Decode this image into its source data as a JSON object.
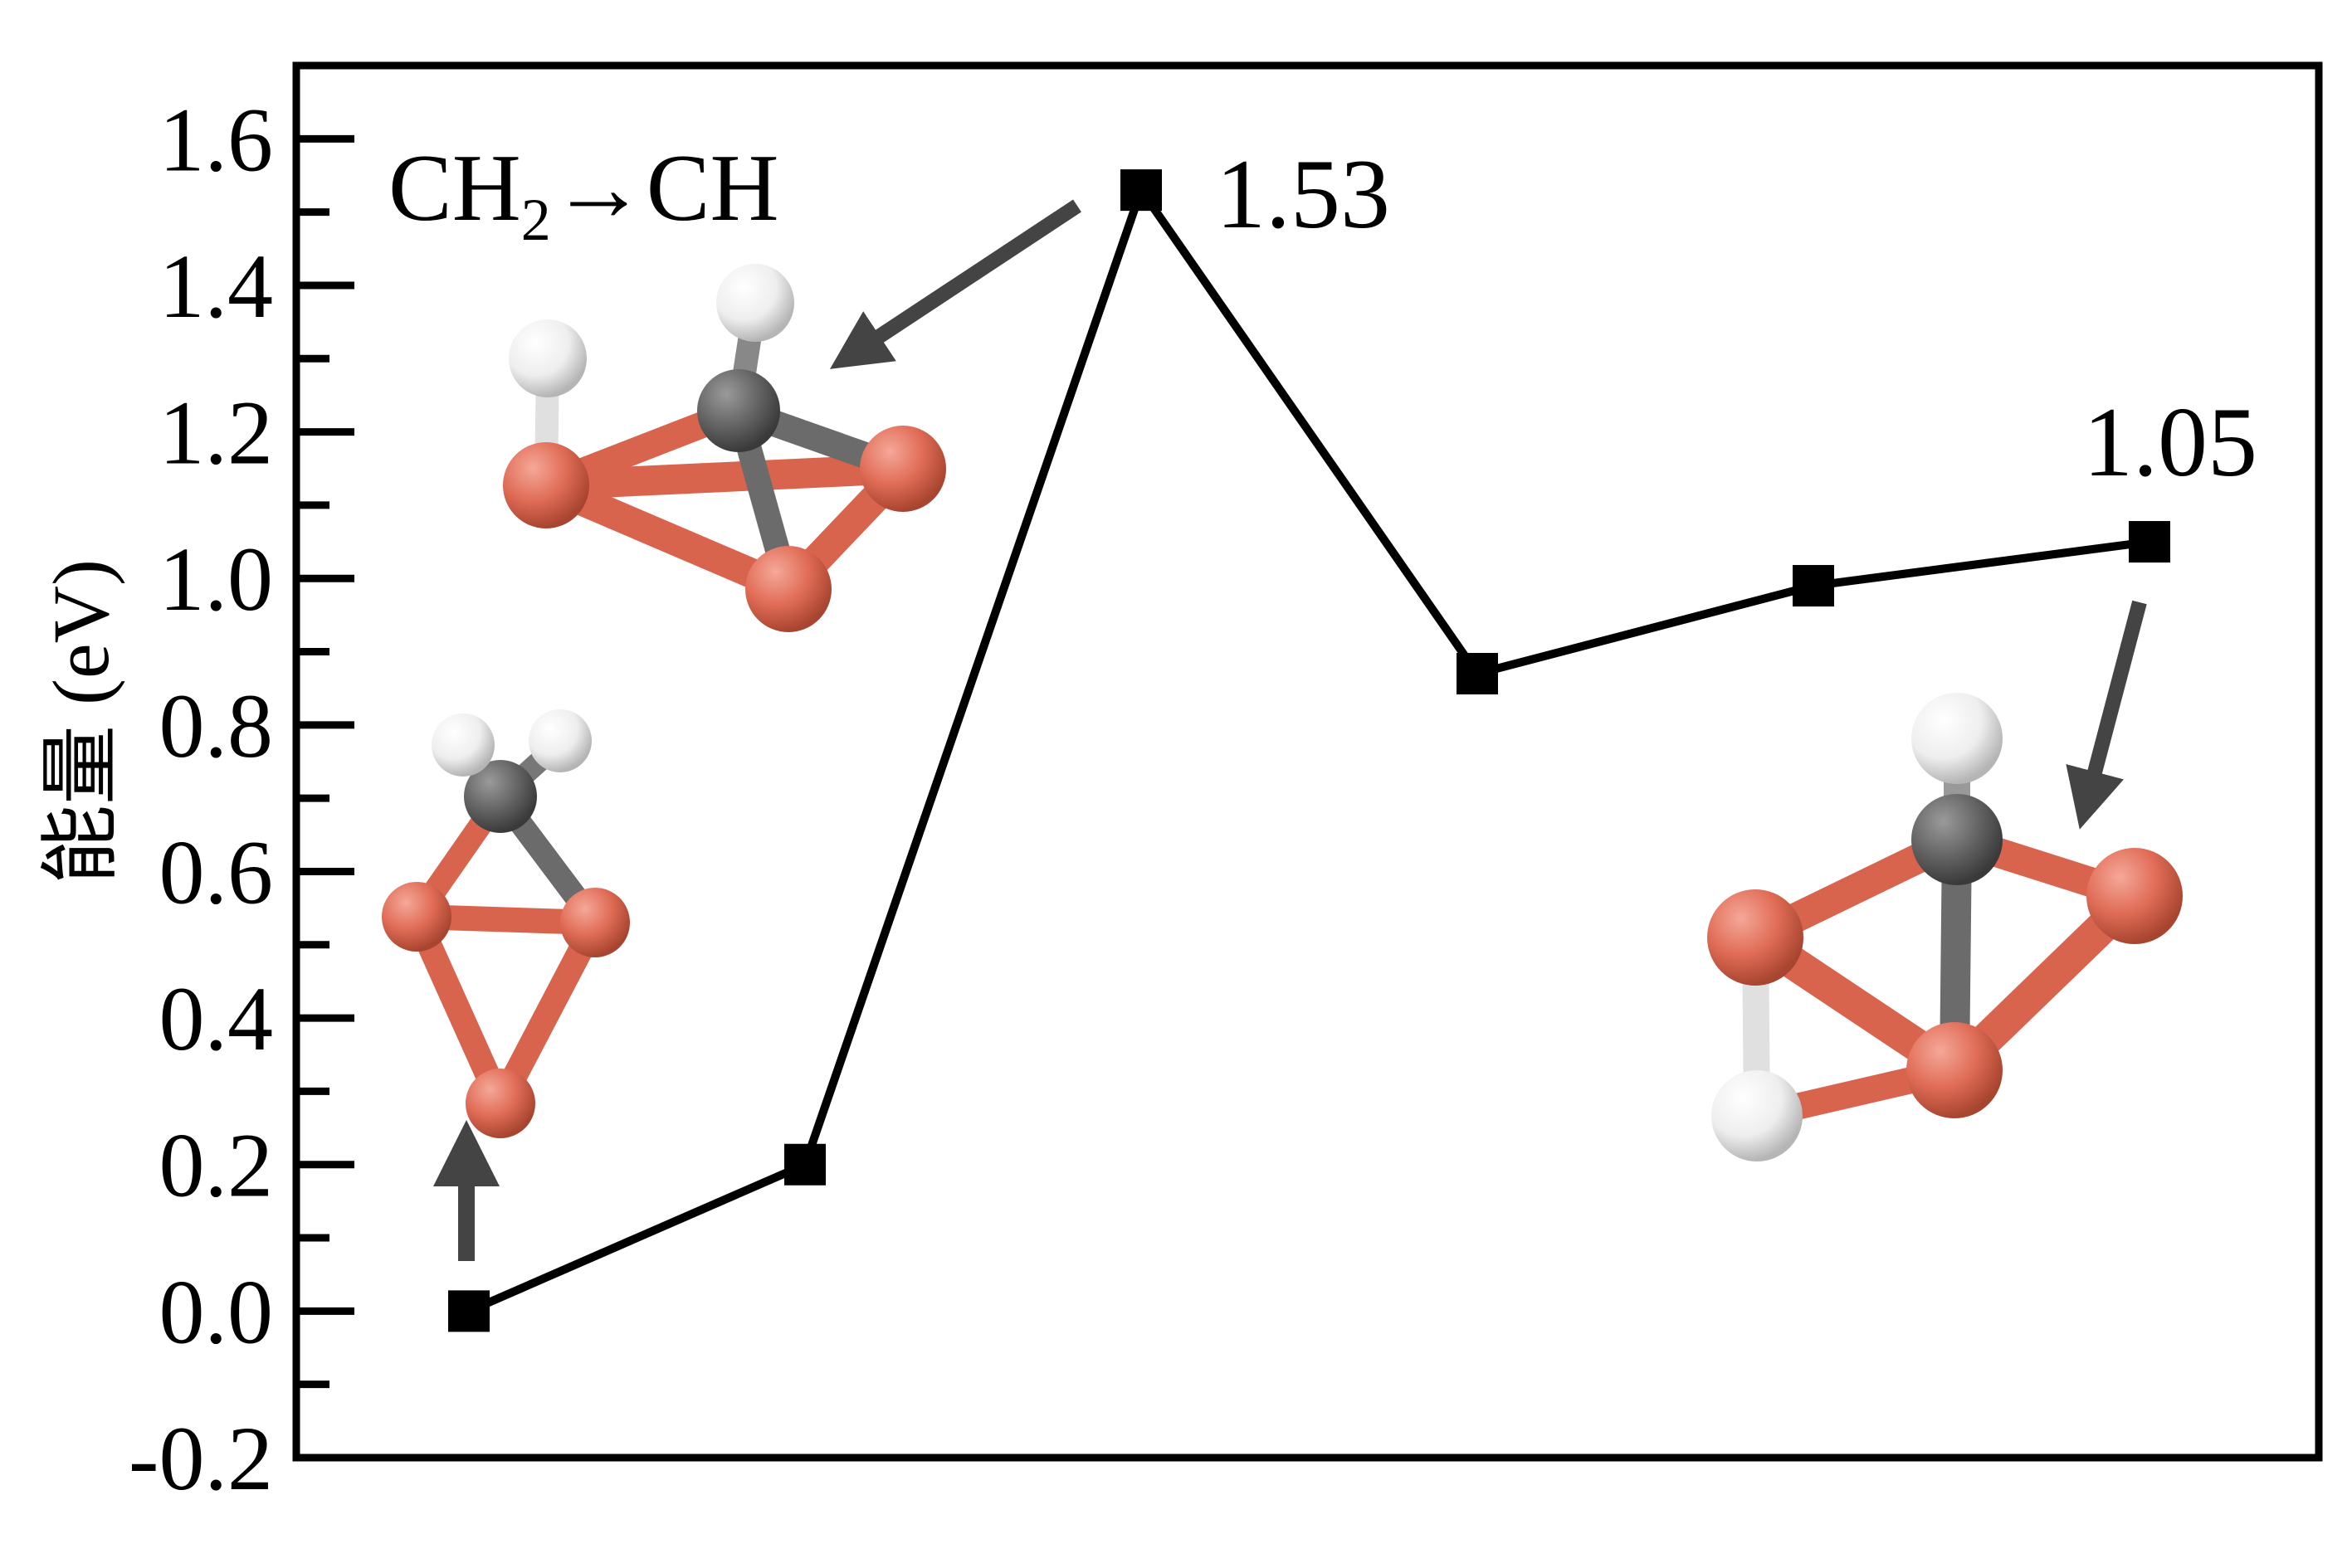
{
  "chart_data": {
    "type": "line",
    "title": "CH₂→CH",
    "title_parts": {
      "main": "CH",
      "sub": "2",
      "rest": "→CH"
    },
    "xlabel": "",
    "ylabel": "能量 (eV)",
    "ylim": [
      -0.2,
      1.7
    ],
    "y_ticks": [
      "-0.2",
      "0.0",
      "0.2",
      "0.4",
      "0.6",
      "0.8",
      "1.0",
      "1.2",
      "1.4",
      "1.6"
    ],
    "x": [
      1,
      2,
      3,
      4,
      5,
      6
    ],
    "series": [
      {
        "values": [
          0.0,
          0.2,
          1.53,
          0.87,
          0.99,
          1.05
        ]
      }
    ],
    "annotations": [
      {
        "text": "1.53",
        "x": 3,
        "y": 1.53
      },
      {
        "text": "1.05",
        "x": 6,
        "y": 1.05
      }
    ],
    "grid": false,
    "legend": "none",
    "colors": {
      "line": "#000000",
      "copper": "#e27058",
      "carbon": "#6b6b6b",
      "hydrogen": "#f2f2f2",
      "arrow": "#444444"
    },
    "insets": [
      {
        "label": "initial-state-structure",
        "atoms": "Cu3 + CH2"
      },
      {
        "label": "transition-state-structure",
        "atoms": "Cu3 + CH + H"
      },
      {
        "label": "final-state-structure",
        "atoms": "Cu3 + CH + H"
      }
    ]
  }
}
